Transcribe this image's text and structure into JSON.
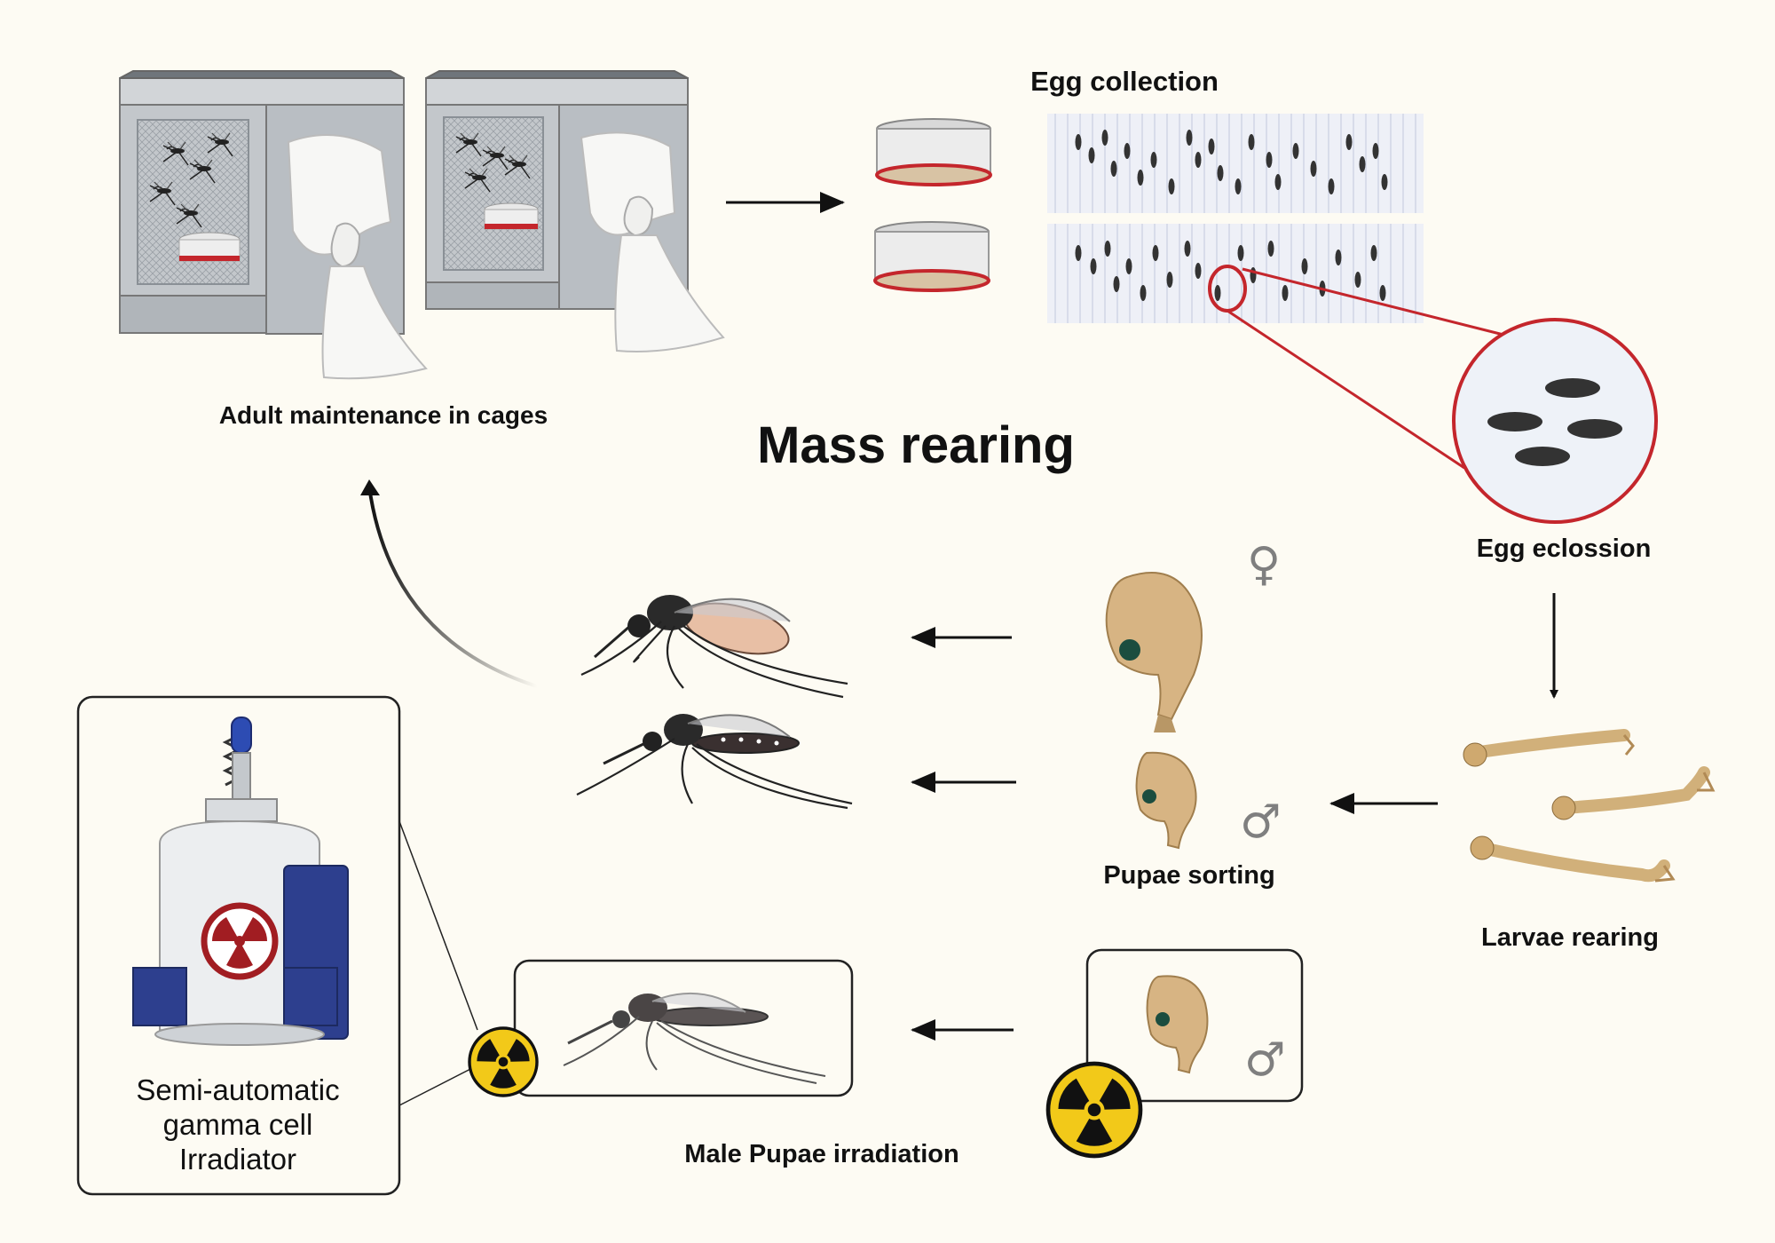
{
  "title": "Mass rearing",
  "labels": {
    "adult_cages": "Adult maintenance in cages",
    "egg_collection": "Egg collection",
    "egg_eclosion": "Egg eclossion",
    "larvae_rearing": "Larvae rearing",
    "pupae_sorting": "Pupae sorting",
    "male_pupae_irradiation": "Male Pupae irradiation"
  },
  "irradiator": {
    "line1": "Semi-automatic",
    "line2": "gamma cell",
    "line3": "Irradiator"
  },
  "symbols": {
    "female": "♀",
    "male": "♂"
  },
  "icons": [
    "cage-icon",
    "petri-dish-icon",
    "egg-paper-icon",
    "magnifier-icon",
    "mosquito-icon",
    "pupa-icon",
    "larva-icon",
    "radiation-icon",
    "irradiator-icon",
    "arrow-icon"
  ],
  "colors": {
    "background": "#fdfbf3",
    "accent_red": "#c4262c",
    "cage_gray": "#c3c7cb",
    "pupa_tan": "#d7b483",
    "radiation_yellow": "#f2c919",
    "irradiator_blue": "#2d3f8e"
  }
}
